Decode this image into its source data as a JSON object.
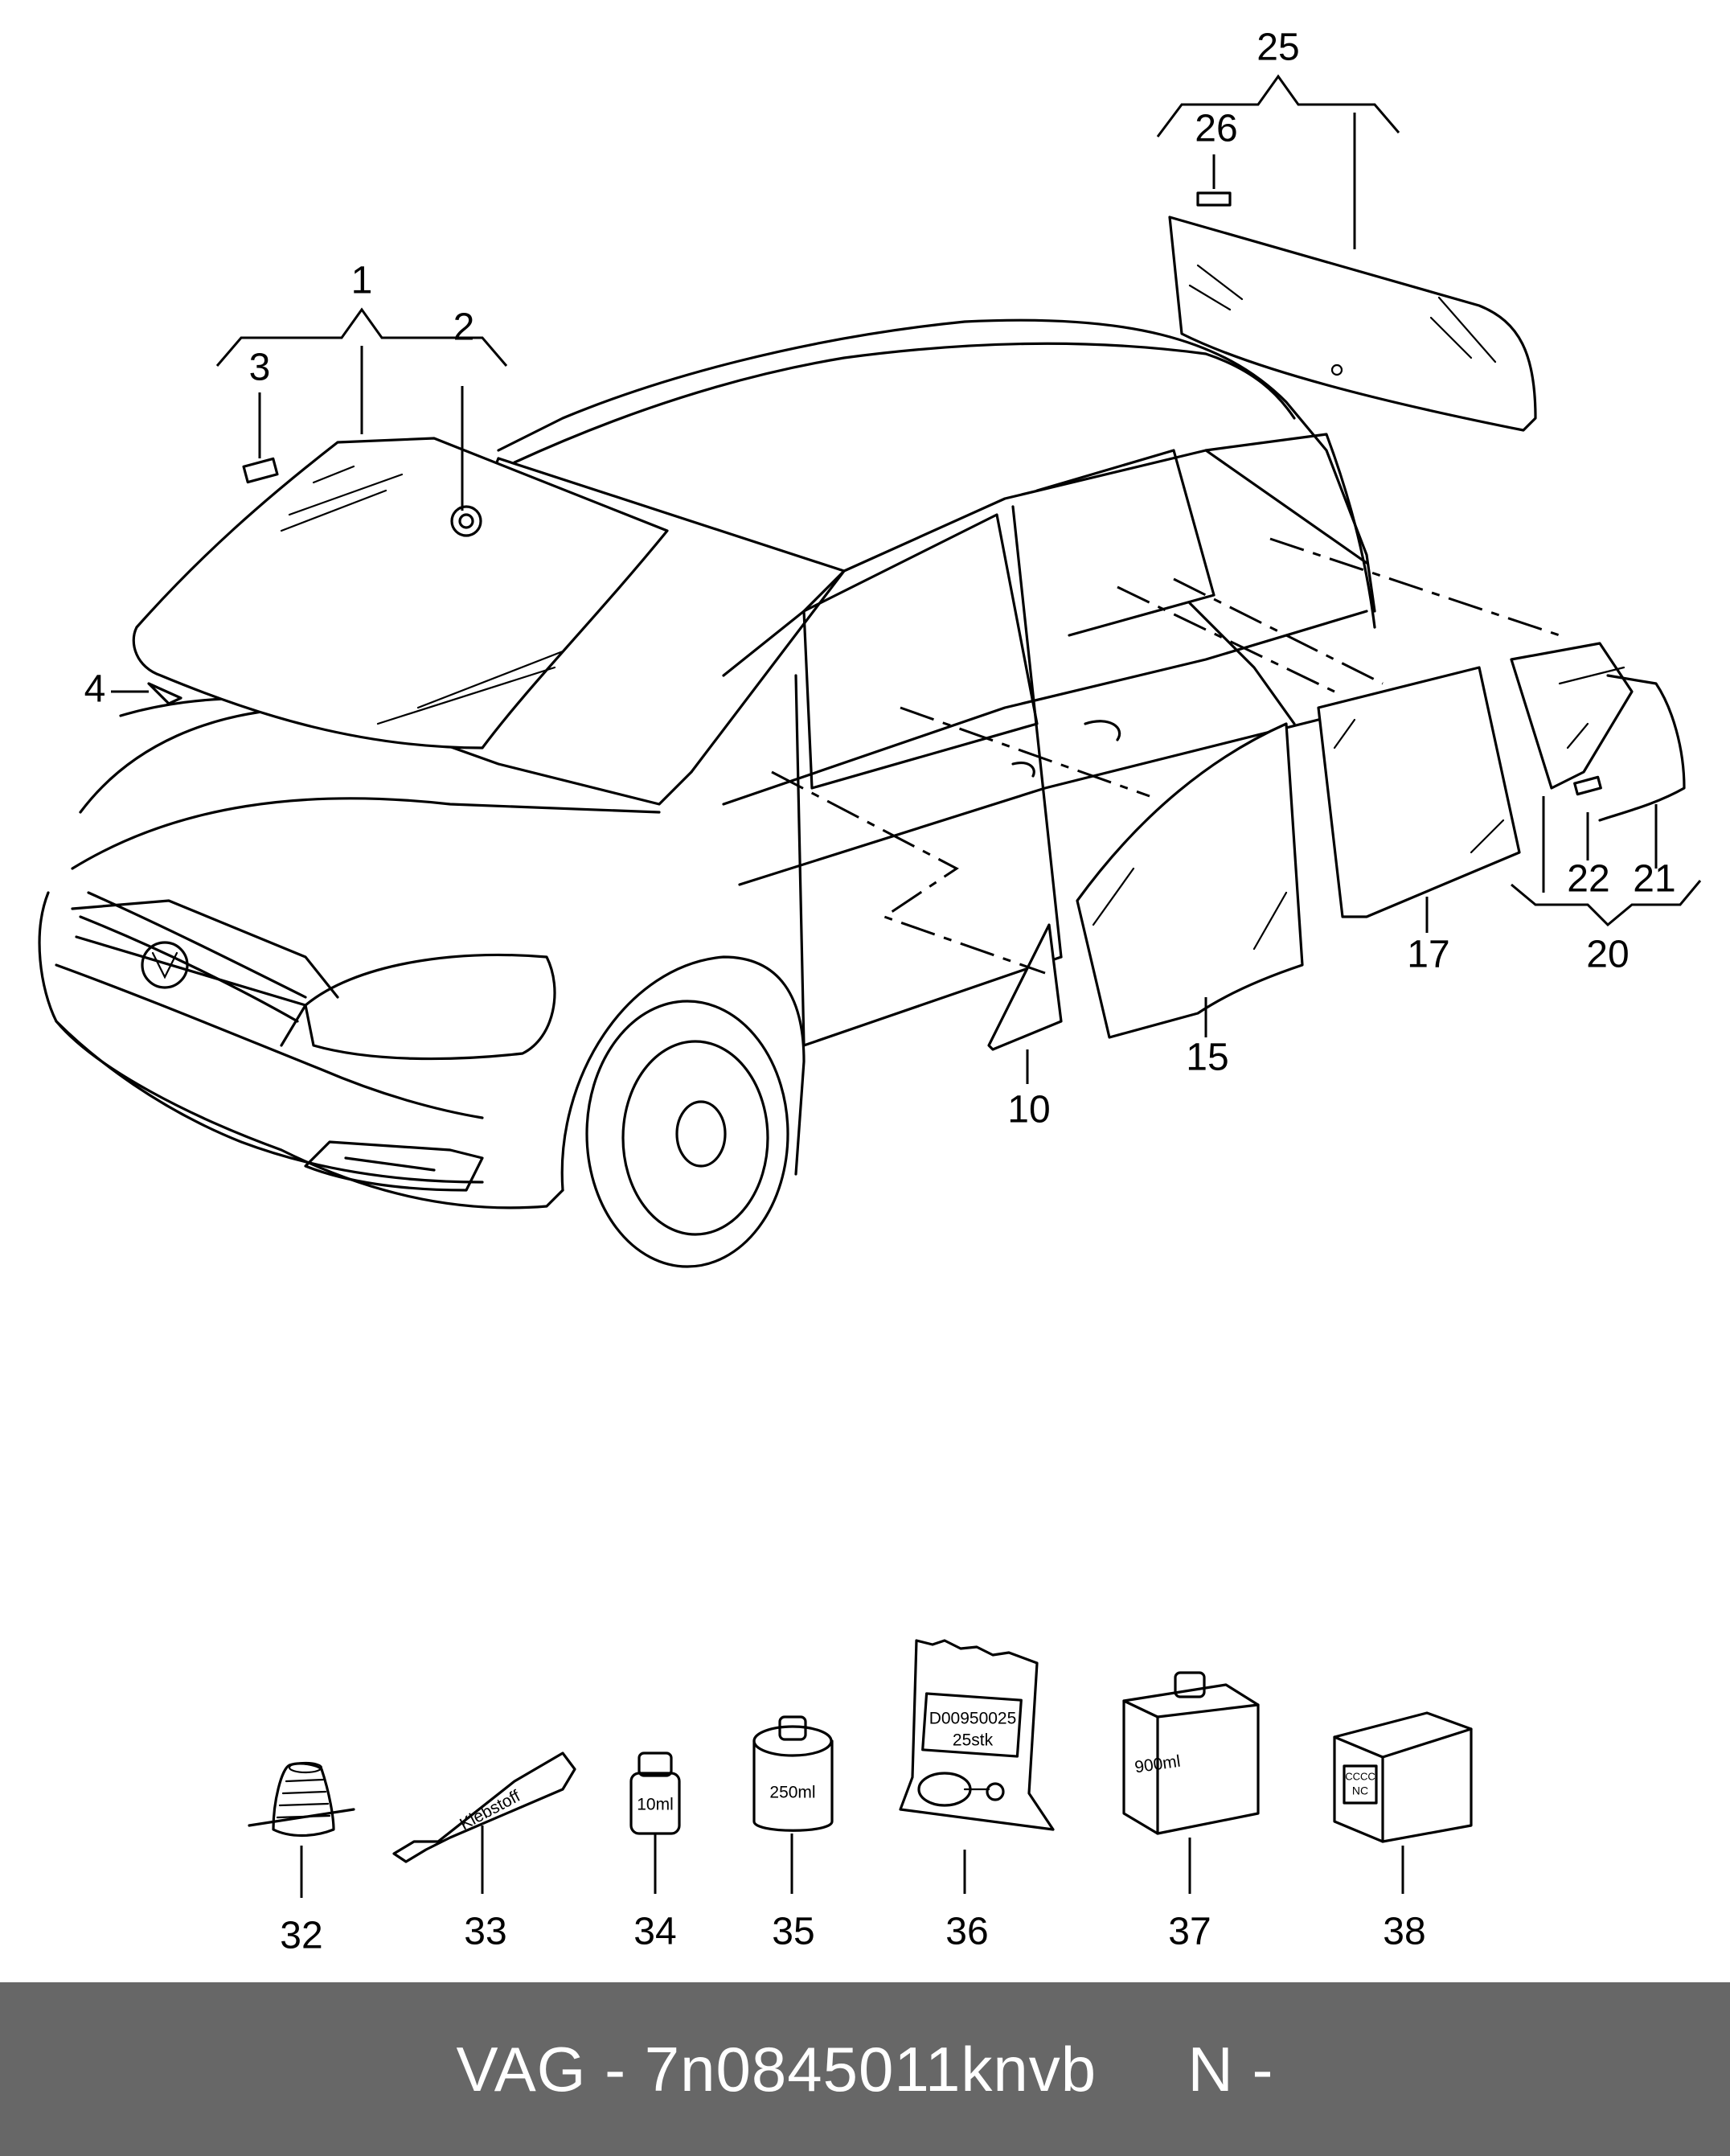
{
  "callouts": {
    "c1": "1",
    "c2": "2",
    "c3": "3",
    "c4": "4",
    "c10": "10",
    "c15": "15",
    "c17": "17",
    "c20": "20",
    "c21": "21",
    "c22": "22",
    "c25": "25",
    "c26": "26",
    "c32": "32",
    "c33": "33",
    "c34": "34",
    "c35": "35",
    "c36": "36",
    "c37": "37",
    "c38": "38"
  },
  "product_labels": {
    "tube": "Klebstoff",
    "bottle_small": "10ml",
    "can": "250ml",
    "bag_line1": "D00950025",
    "bag_line2": "25stk",
    "box": "900ml",
    "box2_line1": "CCCC",
    "box2_line2": "NC"
  },
  "footer": {
    "text": "VAG - 7n0845011knvb     N -"
  },
  "colors": {
    "footer_bg": "#676767",
    "footer_text": "#ffffff",
    "line": "#000000"
  }
}
